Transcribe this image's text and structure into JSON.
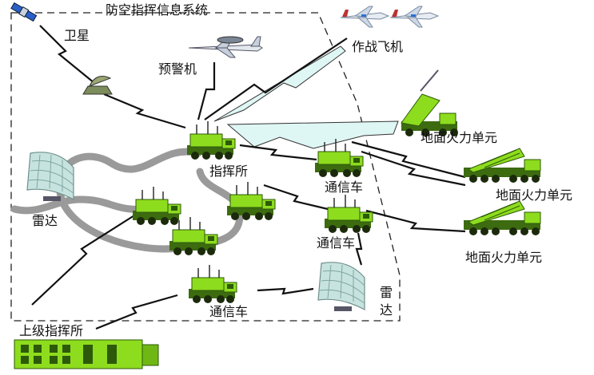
{
  "labels": {
    "system": "防空指挥信息系统",
    "satellite": "卫星",
    "awacs": "预警机",
    "fighters": "作战飞机",
    "command_post": "指挥所",
    "comm_vehicle_1": "通信车",
    "comm_vehicle_2": "通信车",
    "comm_vehicle_3": "通信车",
    "ground_fire_1": "地面火力单元",
    "ground_fire_2": "地面火力单元",
    "ground_fire_3": "地面火力单元",
    "radar_left": "雷达",
    "radar_right": "雷达",
    "upper_command": "上级指挥所"
  },
  "colors": {
    "vehicle_green": "#8edc1e",
    "vehicle_dark": "#3c6b10",
    "cable_gray": "#9a9a9a",
    "link_black": "#111111",
    "beam_fill": "#dff7f4",
    "radar_fill": "#c7e3df",
    "boundary": "#222222"
  }
}
